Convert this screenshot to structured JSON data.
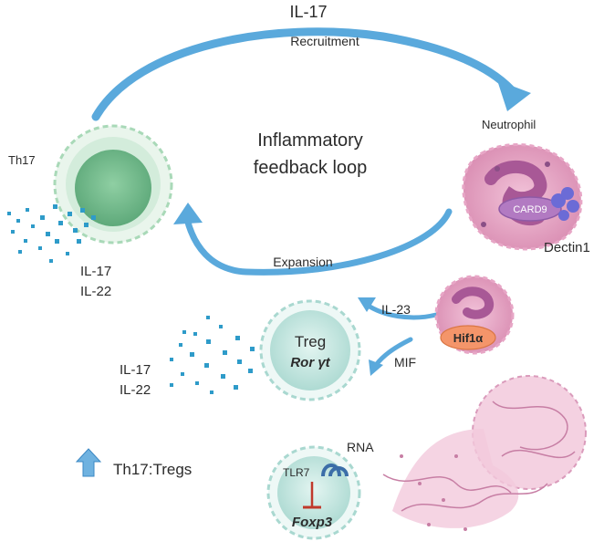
{
  "labels": {
    "top_cytokine": "IL-17",
    "recruitment": "Recruitment",
    "center_title_line1": "Inflammatory",
    "center_title_line2": "feedback loop",
    "expansion": "Expansion",
    "th17": "Th17",
    "th17_cytokine_1": "IL-17",
    "th17_cytokine_2": "IL-22",
    "neutrophil": "Neutrophil",
    "card9": "CARD9",
    "dectin1": "Dectin1",
    "il23": "IL-23",
    "mif": "MIF",
    "hif1a": "Hif1α",
    "treg": "Treg",
    "rorgt": "Ror γt",
    "treg_cytokine_1": "IL-17",
    "treg_cytokine_2": "IL-22",
    "rna": "RNA",
    "tlr7": "TLR7",
    "foxp3": "Foxp3",
    "ratio": "Th17:Tregs"
  },
  "colors": {
    "arrow_blue": "#5aa9dc",
    "arrow_dark": "#3b88c4",
    "cell_green": "#a9d9b8",
    "cell_green_dark": "#6fb88a",
    "treg_teal": "#bfe6e1",
    "neutrophil_pink": "#e7a6c6",
    "nucleus_purple": "#b36aa8",
    "hif_orange": "#f4956a",
    "net_pink": "#eeb7d0",
    "dot_blue": "#2e9bc9",
    "inhibit_red": "#c0392b"
  },
  "icons": {
    "up_arrow": "up-arrow-icon",
    "receptor": "tlr7-receptor-icon",
    "inhibition": "inhibition-bar-icon"
  }
}
